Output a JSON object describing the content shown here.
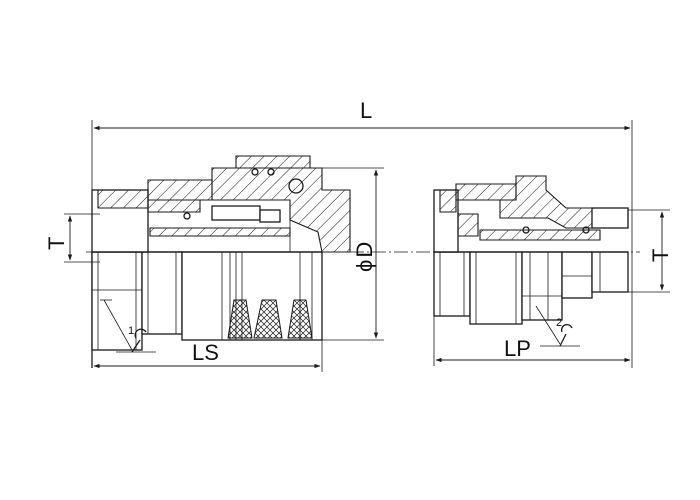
{
  "labels": {
    "L": "L",
    "D": "D",
    "phi": "ϕ",
    "T_left": "T",
    "T_right": "T",
    "LS": "LS",
    "LP": "LP",
    "wrench_1": "1",
    "wrench_2": "2"
  },
  "colors": {
    "line": "#1a1a1a",
    "background": "#ffffff"
  }
}
